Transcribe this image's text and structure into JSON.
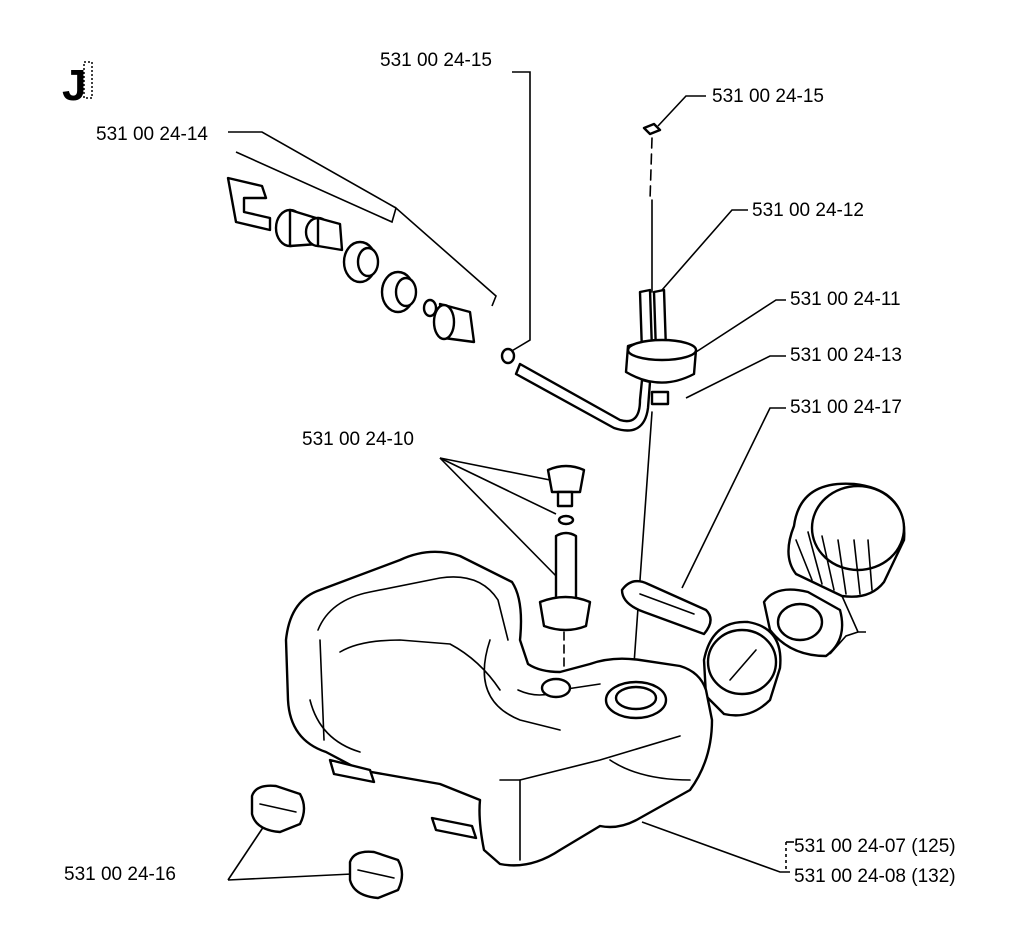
{
  "diagram": {
    "section_letter": "J",
    "labels": {
      "fuel_hose_set": "531 00 24-14",
      "hose_clip_left": "531 00 24-15",
      "hose_clip_right": "531 00 24-15",
      "fuel_line": "531 00 24-12",
      "grommet": "531 00 24-11",
      "check_valve": "531 00 24-13",
      "cap_gasket": "531 00 24-17",
      "vent_assembly": "531 00 24-10",
      "tank_mount": "531 00 24-16",
      "tank_125": "531 00 24-07 (125)",
      "tank_132": "531 00 24-08 (132)"
    }
  }
}
